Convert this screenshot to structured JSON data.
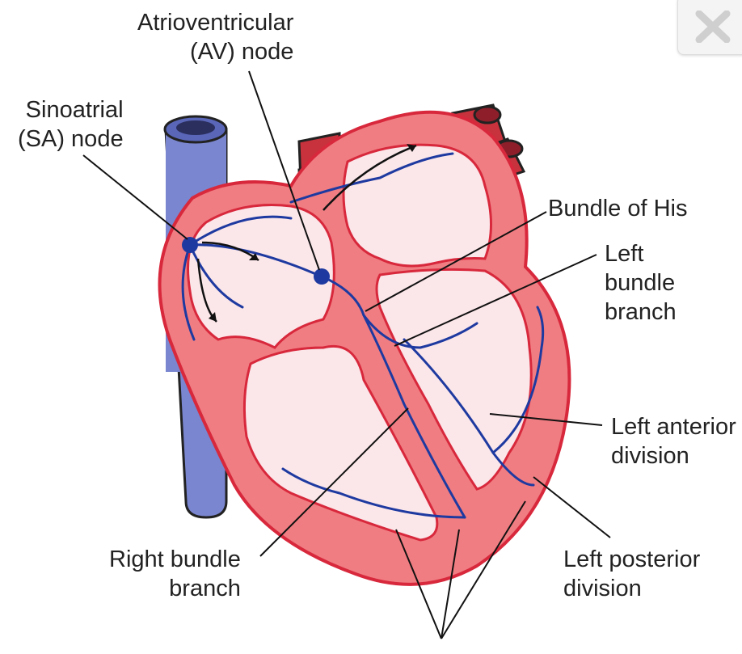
{
  "labels": {
    "av_node": [
      "Atrioventricular",
      "(AV) node"
    ],
    "sa_node": [
      "Sinoatrial",
      "(SA) node"
    ],
    "bundle_of_his": "Bundle of His",
    "left_bundle_branch": [
      "Left",
      "bundle",
      "branch"
    ],
    "left_anterior_division": [
      "Left anterior",
      "division"
    ],
    "left_posterior_division": [
      "Left posterior",
      "division"
    ],
    "right_bundle_branch": [
      "Right bundle",
      "branch"
    ]
  },
  "colors": {
    "heart_wall": "#f07d82",
    "heart_outline": "#d8283c",
    "chamber": "#fbe6e9",
    "vein": "#7a86cf",
    "artery": "#c8323c",
    "conduction": "#1e3aa0",
    "leader_line": "#111111"
  },
  "icons": {
    "close": "close-x-icon"
  }
}
